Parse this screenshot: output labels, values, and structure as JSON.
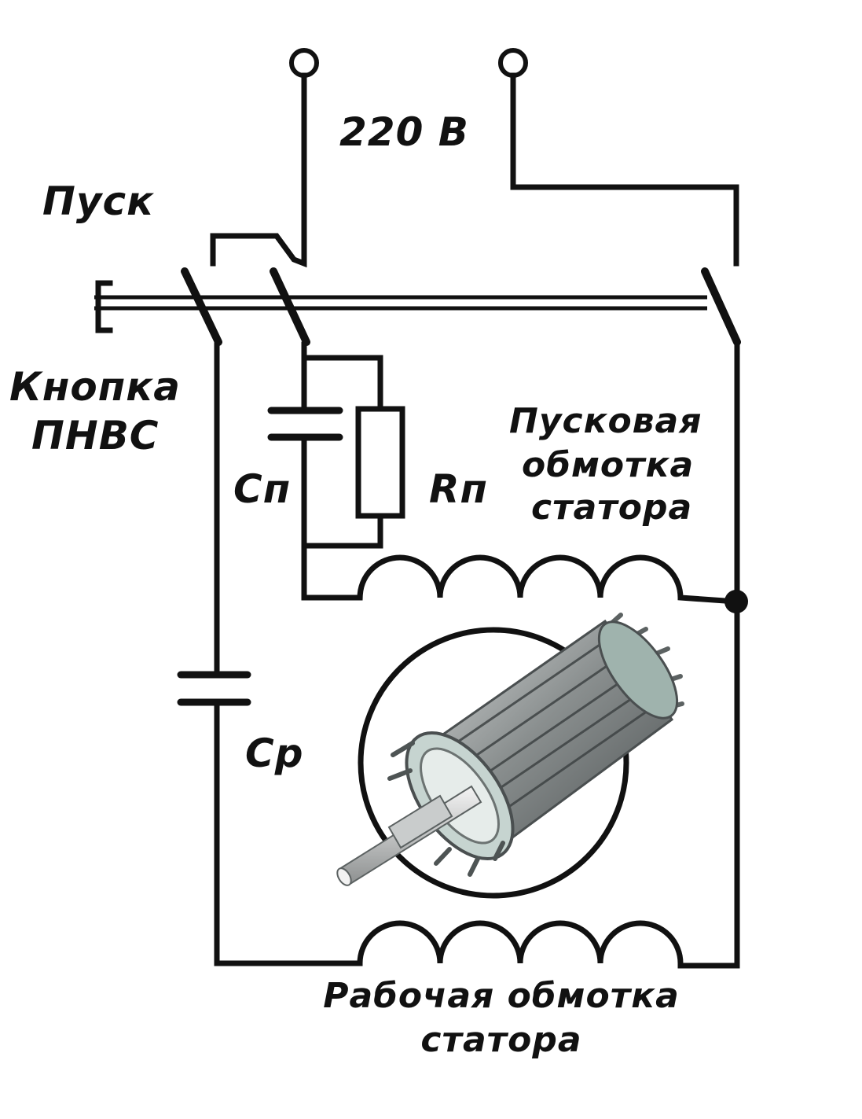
{
  "labels": {
    "voltage": "220 В",
    "start": "Пуск",
    "button_line1": "Кнопка",
    "button_line2": "ПНВС",
    "cap_start": "Сп",
    "res_start": "Rп",
    "start_winding_line1": "Пусковая",
    "start_winding_line2": "обмотка",
    "start_winding_line3": "статора",
    "cap_run": "Ср",
    "run_winding_line1": "Рабочая обмотка",
    "run_winding_line2": "статора"
  },
  "colors": {
    "line": "#111111",
    "background": "#ffffff",
    "rotor_body": "#8a8f8f",
    "rotor_end": "#9fb3ad"
  },
  "icons": {
    "rotor": "motor-rotor-icon",
    "terminal": "terminal-icon"
  }
}
